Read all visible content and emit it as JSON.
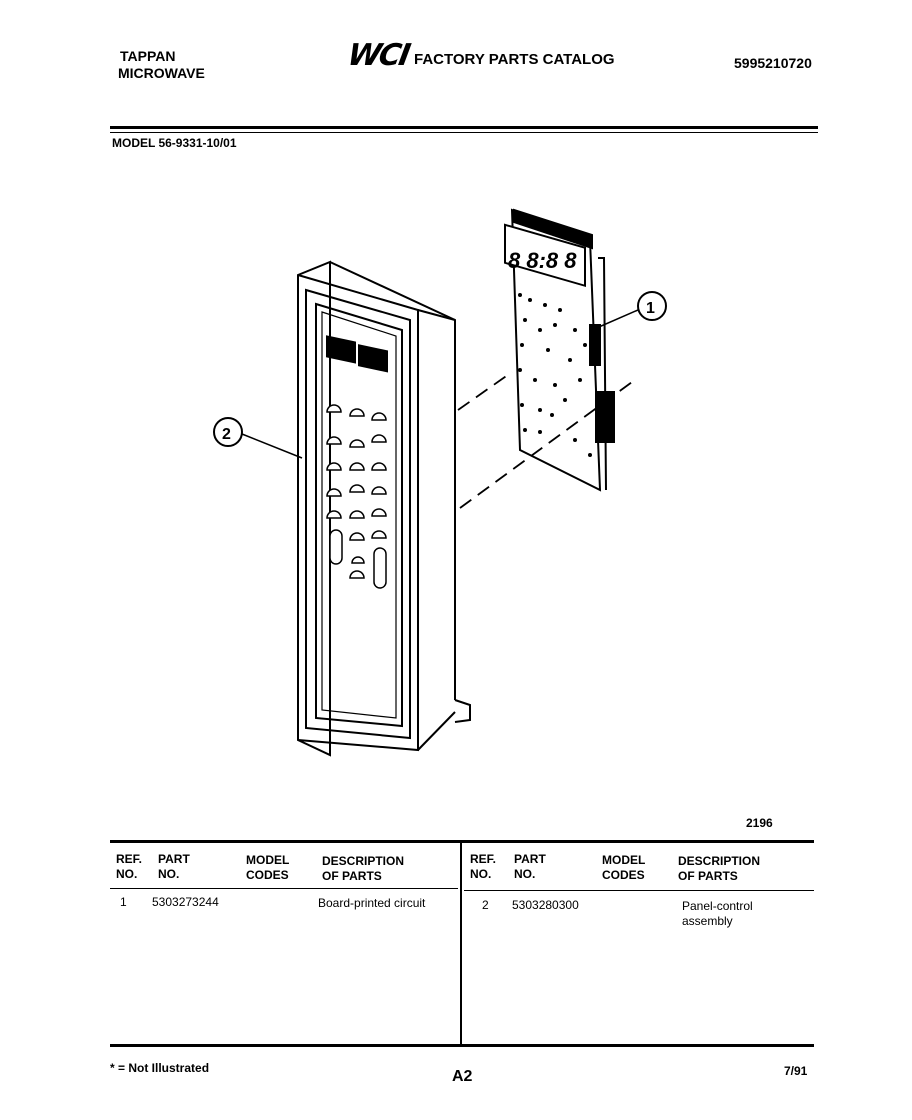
{
  "header": {
    "brand_line1": "TAPPAN",
    "brand_line2": "MICROWAVE",
    "logo": "WCI",
    "catalog_title": "FACTORY PARTS CATALOG",
    "catalog_number": "5995210720",
    "model": "MODEL 56-9331-10/01"
  },
  "diagram": {
    "callout_1": "1",
    "callout_2": "2",
    "display_digits": "8 8:8 8",
    "figure_number": "2196"
  },
  "table": {
    "headers": {
      "ref_no_1": "REF.",
      "ref_no_2": "NO.",
      "part_no_1": "PART",
      "part_no_2": "NO.",
      "model_codes_1": "MODEL",
      "model_codes_2": "CODES",
      "description_1": "DESCRIPTION",
      "description_2": "OF PARTS"
    },
    "rows": [
      {
        "ref": "1",
        "part": "5303273244",
        "codes": "",
        "description_1": "Board-printed circuit",
        "description_2": ""
      },
      {
        "ref": "2",
        "part": "5303280300",
        "codes": "",
        "description_1": "Panel-control",
        "description_2": "assembly"
      }
    ]
  },
  "footer": {
    "note": "* = Not Illustrated",
    "page": "A2",
    "date": "7/91"
  }
}
